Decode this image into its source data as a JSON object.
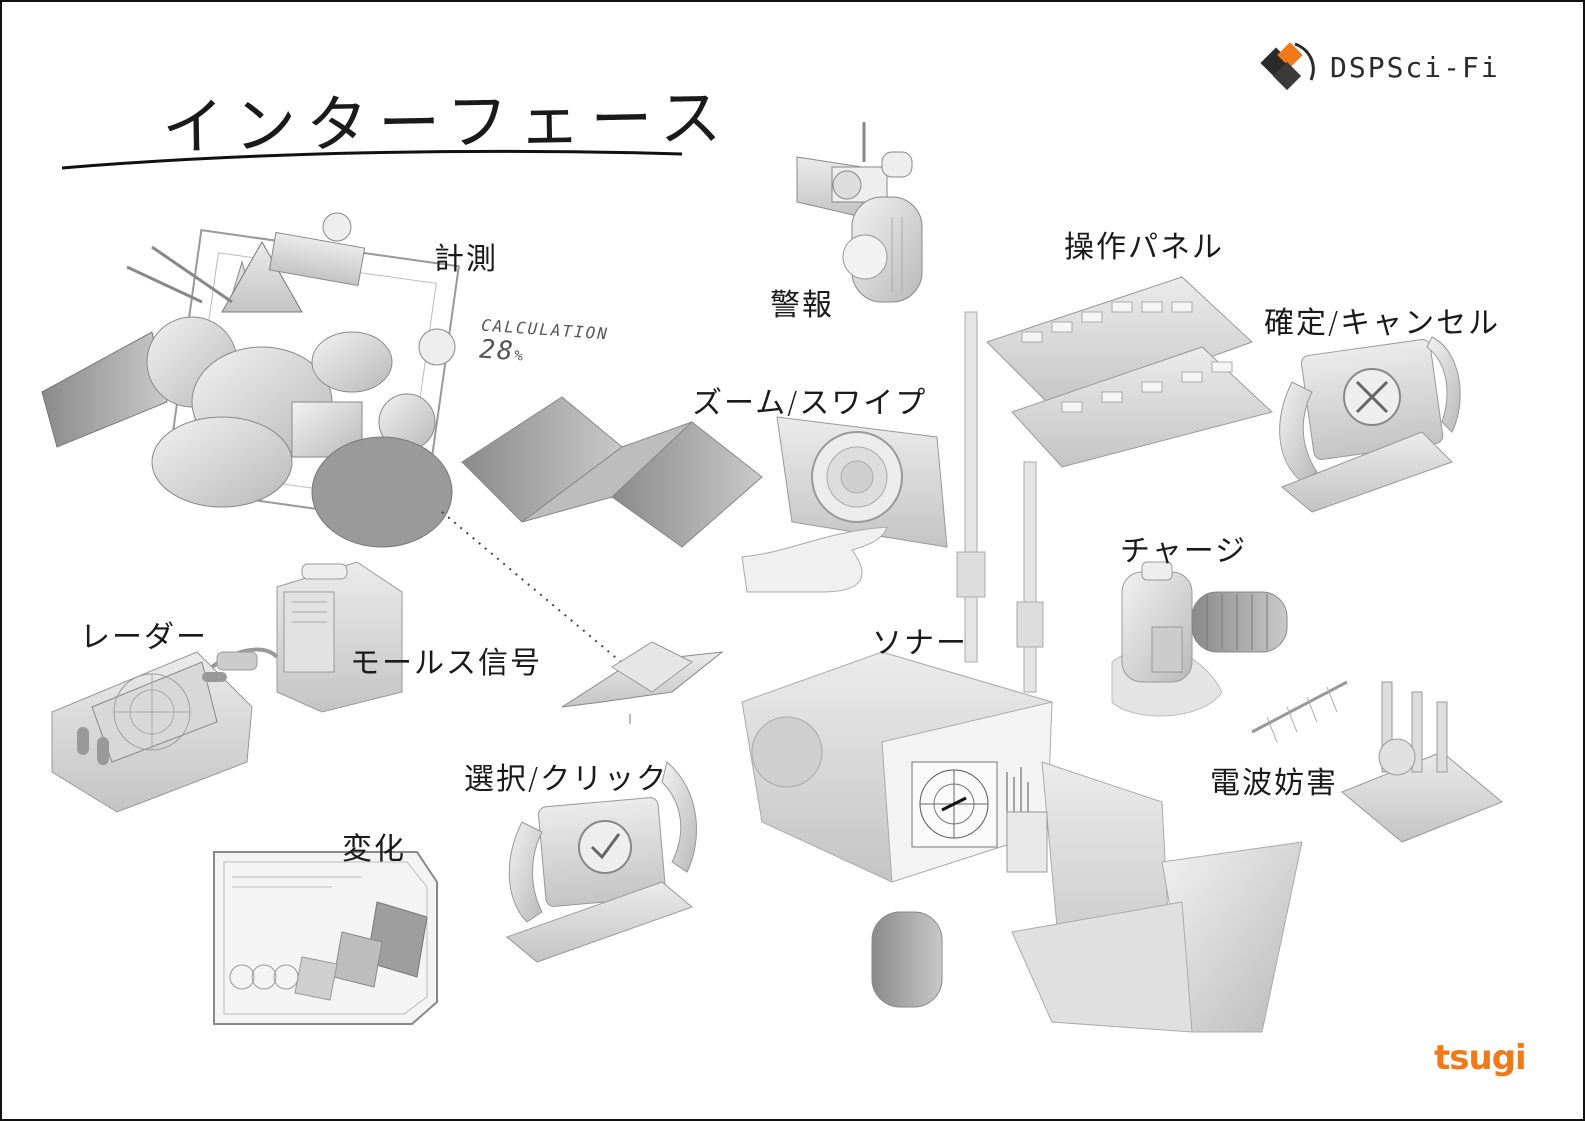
{
  "title": "インターフェース",
  "brand": {
    "name": "DSPSci-Fi",
    "icon": "dsp-logo-icon",
    "accent": "#f07a1a"
  },
  "publisher": "tsugi",
  "calculation": {
    "label": "CALCULATION",
    "value": "28",
    "unit": "%"
  },
  "labels": {
    "measure": "計測",
    "alarm": "警報",
    "control_panel": "操作パネル",
    "confirm_cancel": "確定/キャンセル",
    "zoom_swipe": "ズーム/スワイプ",
    "charge": "チャージ",
    "sonar": "ソナー",
    "radar": "レーダー",
    "morse": "モールス信号",
    "select_click": "選択/クリック",
    "jamming": "電波妨害",
    "change": "変化"
  }
}
